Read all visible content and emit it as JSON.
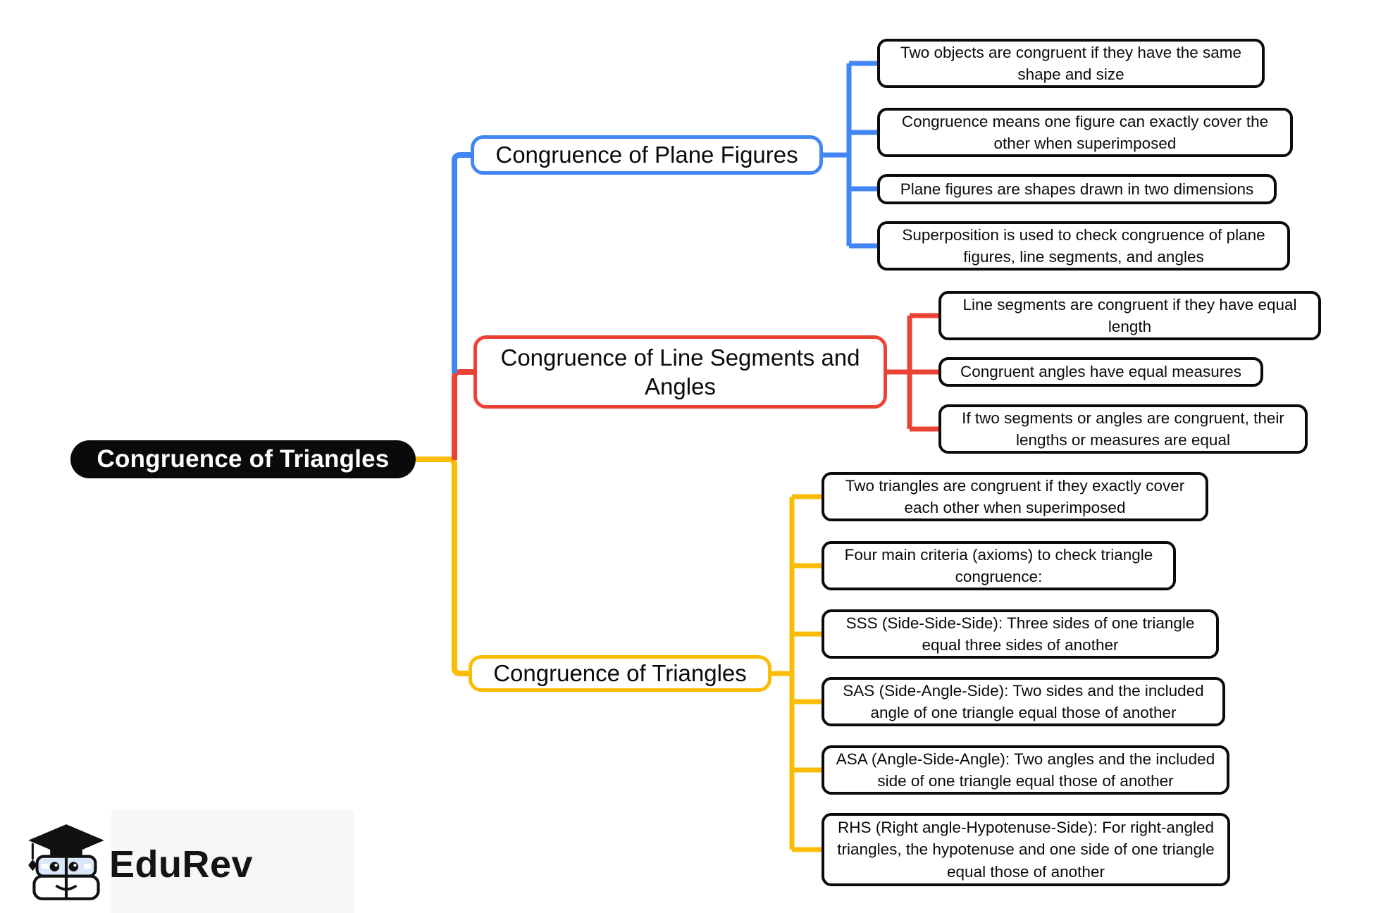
{
  "root": {
    "label": "Congruence of Triangles"
  },
  "colors": {
    "root_bg": "#0a0a0a",
    "blue": "#4285F4",
    "red": "#EA4335",
    "yellow": "#FBBC05",
    "leaf_text": "#0b0b0b",
    "logo_backdrop": "#f7f7f7"
  },
  "branches": [
    {
      "label": "Congruence of Plane Figures",
      "color": "#4285F4",
      "leaves": [
        "Two objects are congruent if they have the same shape and size",
        "Congruence means one figure can exactly cover the other when superimposed",
        "Plane figures are shapes drawn in two dimensions",
        "Superposition is used to check congruence of plane figures, line segments, and angles"
      ]
    },
    {
      "label": "Congruence of Line Segments and Angles",
      "color": "#EA4335",
      "leaves": [
        "Line segments are congruent if they have equal length",
        "Congruent angles have equal measures",
        "If two segments or angles are congruent, their lengths or measures are equal"
      ]
    },
    {
      "label": "Congruence of Triangles",
      "color": "#FBBC05",
      "leaves": [
        "Two triangles are congruent if they exactly cover each other when superimposed",
        "Four main criteria (axioms) to check triangle congruence:",
        "SSS (Side-Side-Side): Three sides of one triangle equal three sides of another",
        "SAS (Side-Angle-Side): Two sides and the included angle of one triangle equal those of another",
        "ASA (Angle-Side-Angle): Two angles and the included side of one triangle equal those of another",
        "RHS (Right angle-Hypotenuse-Side): For right-angled triangles, the hypotenuse and one side of one triangle equal those of another"
      ]
    }
  ],
  "brand": {
    "name": "EduRev"
  }
}
